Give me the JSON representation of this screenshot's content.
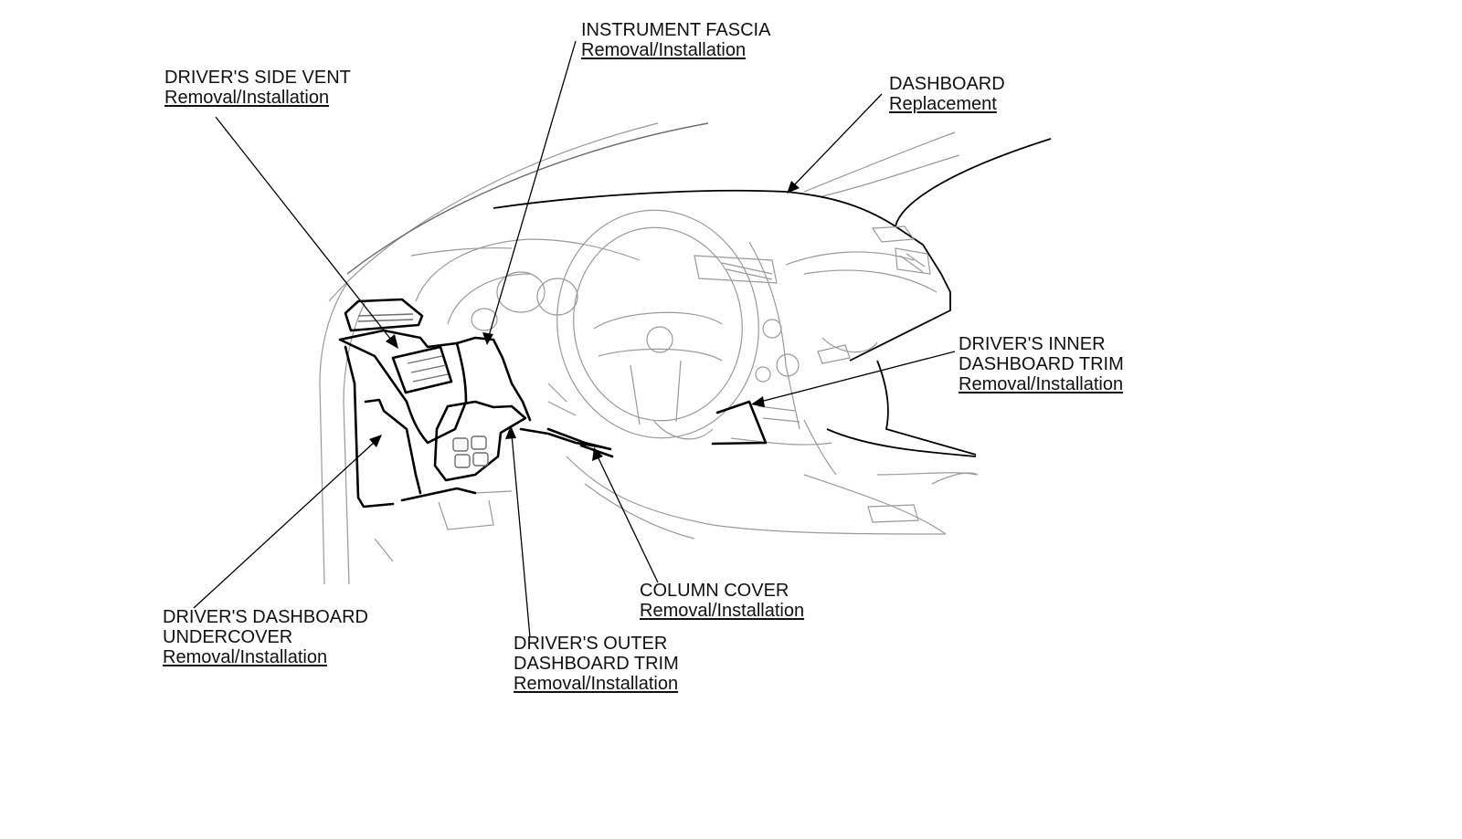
{
  "callouts": {
    "instrument_fascia": {
      "title": "INSTRUMENT FASCIA",
      "link": "Removal/Installation"
    },
    "drivers_side_vent": {
      "title": "DRIVER'S SIDE VENT",
      "link": "Removal/Installation"
    },
    "dashboard": {
      "title": "DASHBOARD",
      "link": "Replacement"
    },
    "drivers_inner_dashboard_trim": {
      "title_line1": "DRIVER'S INNER",
      "title_line2": "DASHBOARD TRIM",
      "link": "Removal/Installation"
    },
    "column_cover": {
      "title": "COLUMN COVER",
      "link": "Removal/Installation"
    },
    "drivers_dashboard_undercover": {
      "title_line1": "DRIVER'S DASHBOARD",
      "title_line2": "UNDERCOVER",
      "link": "Removal/Installation"
    },
    "drivers_outer_dashboard_trim": {
      "title_line1": "DRIVER'S OUTER",
      "title_line2": "DASHBOARD TRIM",
      "link": "Removal/Installation"
    }
  },
  "colors": {
    "ink": "#111111",
    "bold_line": "#000000",
    "faint_line": "#9a9a9a",
    "background": "#ffffff"
  }
}
